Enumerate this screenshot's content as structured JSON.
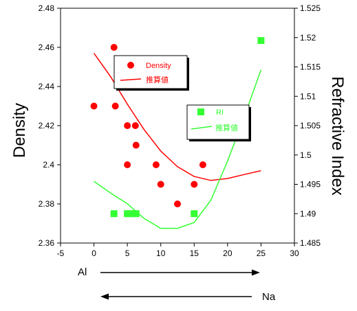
{
  "chart_data": {
    "type": "scatter",
    "xlim": [
      -5,
      30
    ],
    "x_ticks": [
      "-5",
      "0",
      "5",
      "10",
      "15",
      "20",
      "25",
      "30"
    ],
    "y_left": {
      "label": "Density",
      "lim": [
        2.36,
        2.48
      ],
      "ticks": [
        "2.36",
        "2.38",
        "2.4",
        "2.42",
        "2.44",
        "2.46",
        "2.48"
      ]
    },
    "y_right": {
      "label": "Refractive Index",
      "lim": [
        1.485,
        1.525
      ],
      "ticks": [
        "1.485",
        "1.49",
        "1.495",
        "1.5",
        "1.505",
        "1.51",
        "1.515",
        "1.52",
        "1.525"
      ]
    },
    "grid": false,
    "series": [
      {
        "name": "Density",
        "kind": "points",
        "axis": "left",
        "marker": "circle",
        "color": "#ff0000",
        "points": [
          [
            0,
            2.43
          ],
          [
            3,
            2.46
          ],
          [
            3.2,
            2.43
          ],
          [
            5,
            2.42
          ],
          [
            6.2,
            2.42
          ],
          [
            6.3,
            2.41
          ],
          [
            5,
            2.4
          ],
          [
            9.3,
            2.4
          ],
          [
            10,
            2.39
          ],
          [
            12.5,
            2.38
          ],
          [
            15,
            2.39
          ],
          [
            16.3,
            2.4
          ]
        ]
      },
      {
        "name": "推算値",
        "kind": "curve",
        "axis": "left",
        "color": "#ff0000",
        "points": [
          [
            0,
            2.457
          ],
          [
            2.5,
            2.445
          ],
          [
            5,
            2.431
          ],
          [
            7.5,
            2.418
          ],
          [
            10,
            2.407
          ],
          [
            12.5,
            2.399
          ],
          [
            15,
            2.394
          ],
          [
            17.5,
            2.392
          ],
          [
            20,
            2.393
          ],
          [
            22.5,
            2.395
          ],
          [
            25,
            2.397
          ]
        ]
      },
      {
        "name": "RI",
        "kind": "points",
        "axis": "right",
        "marker": "square",
        "color": "#33ff33",
        "points": [
          [
            3,
            1.49
          ],
          [
            5,
            1.49
          ],
          [
            5.8,
            1.49
          ],
          [
            6.3,
            1.49
          ],
          [
            15,
            1.49
          ],
          [
            25,
            1.5195
          ]
        ]
      },
      {
        "name": "推算値",
        "kind": "curve",
        "axis": "right",
        "color": "#33ff33",
        "points": [
          [
            0,
            1.4955
          ],
          [
            2.5,
            1.4935
          ],
          [
            5,
            1.4917
          ],
          [
            7.5,
            1.4892
          ],
          [
            10,
            1.4875
          ],
          [
            12.5,
            1.4875
          ],
          [
            15,
            1.4885
          ],
          [
            17.5,
            1.4923
          ],
          [
            20,
            1.499
          ],
          [
            22.5,
            1.5065
          ],
          [
            25,
            1.5145
          ]
        ]
      }
    ],
    "legends": [
      {
        "entries": [
          {
            "label": "Density",
            "series": 0
          },
          {
            "label": "推算値",
            "series": 1
          }
        ]
      },
      {
        "entries": [
          {
            "label": "RI",
            "series": 2
          },
          {
            "label": "推算値",
            "series": 3
          }
        ]
      }
    ],
    "annotations": {
      "al_label": "Al",
      "na_label": "Na"
    }
  }
}
